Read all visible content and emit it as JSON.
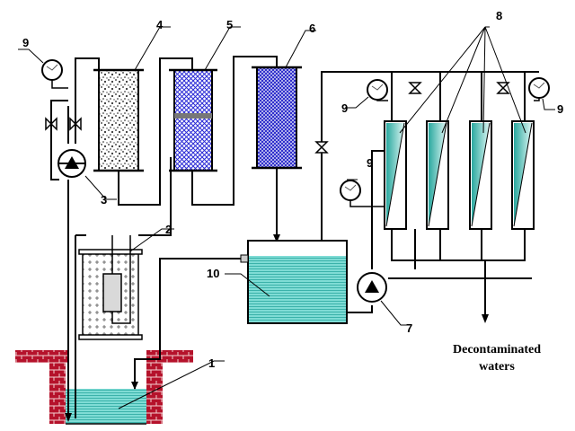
{
  "labels": {
    "n1": "1",
    "n2": "2",
    "n3": "3",
    "n4": "4",
    "n5": "5",
    "n6": "6",
    "n7": "7",
    "n8": "8",
    "n10": "10",
    "n9a": "9",
    "n9b": "9",
    "n9c": "9",
    "n9d": "9"
  },
  "output": {
    "line1": "Decontaminated",
    "line2": "waters"
  },
  "colors": {
    "water": "#6fd3cc",
    "water_line": "#2aa89f",
    "brick": "#b5122b",
    "column_fill": "#2b2bd6",
    "line": "#000000"
  }
}
